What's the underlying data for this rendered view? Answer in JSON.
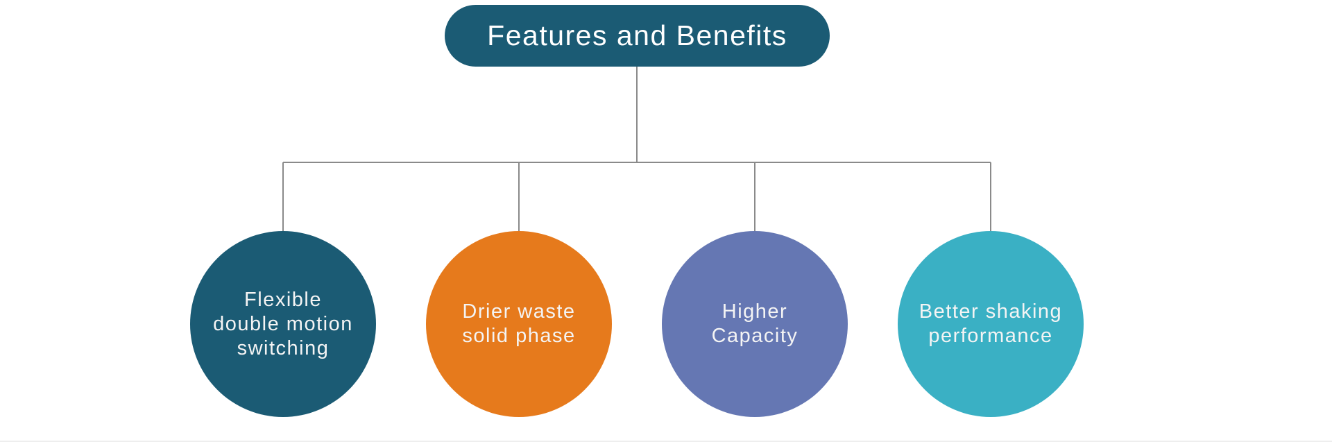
{
  "title": "Features and Benefits",
  "colors": {
    "title_bg": "#1b5b74",
    "connector": "#8a8a8a",
    "text": "#f4f4f4"
  },
  "nodes": [
    {
      "label": "Flexible\ndouble motion\nswitching",
      "color": "#1b5b74"
    },
    {
      "label": "Drier  waste\nsolid  phase",
      "color": "#e67a1c"
    },
    {
      "label": "Higher\nCapacity",
      "color": "#6577b3"
    },
    {
      "label": "Better shaking\nperformance",
      "color": "#3ab0c4"
    }
  ]
}
